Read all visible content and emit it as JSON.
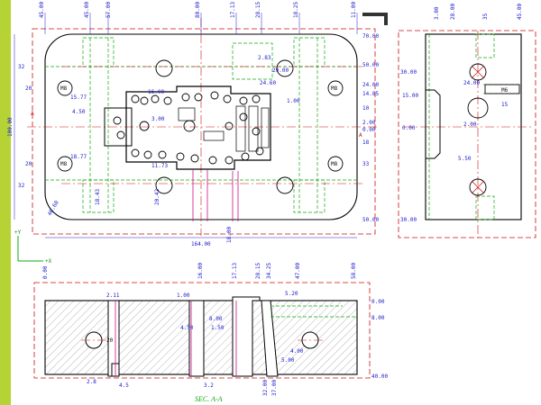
{
  "sheet": {
    "accent_bar_color": "#b5d334",
    "line_colors": {
      "outline": "#000000",
      "dimension": "#1a1acc",
      "center": "#cc1111",
      "hidden": "#11aa11",
      "cut": "#cc1188"
    }
  },
  "top_view": {
    "top_dims": [
      "45.00",
      "45.00",
      "57.00",
      "80.00",
      "17.13",
      "28.15",
      "18.25",
      "11.00"
    ],
    "right_dims": [
      "70.00",
      "50.00",
      "24.00",
      "14.85",
      "10",
      "2.00",
      "0.00",
      "18",
      "33",
      "50.00"
    ],
    "left_dims": [
      "32",
      "20",
      "15.77",
      "18.77",
      "4.50",
      "20",
      "32"
    ],
    "bottom_dims": [
      "40.60",
      "18.43",
      "20.42",
      "18.00"
    ],
    "total_width": "164.00",
    "total_height": "100.00",
    "hole_labels": [
      "M8",
      "M8",
      "M8",
      "M8"
    ],
    "section_tags": [
      "A",
      "A"
    ],
    "center_dims": [
      "16.00",
      "29.00",
      "24.60",
      "2.83",
      "11.73",
      "3.00",
      "1.00"
    ]
  },
  "side_view": {
    "top_dims": [
      "3.00",
      "28.00",
      "35",
      "45.00"
    ],
    "left_dims": [
      "30.00",
      "15.00",
      "0.00",
      "30.00"
    ],
    "inner_dims": [
      "24.00",
      "2.00",
      "5.50"
    ],
    "hole_labels": [
      "M6",
      "15"
    ]
  },
  "section_view": {
    "top_dims": [
      "0.00",
      "16.00",
      "17.13",
      "28.15",
      "34.25",
      "47.00",
      "58.00"
    ],
    "right_dims": [
      "0.00",
      "8.00",
      "40.00"
    ],
    "inner_dims": [
      "2.11",
      "1.00",
      "8.00",
      "1.50",
      "4.50",
      "4.00",
      "5.00",
      "5.20"
    ],
    "bottom_dims": [
      "2.8",
      "4.5",
      "3.2",
      "32.00",
      "37.00"
    ],
    "hole_label": "20",
    "caption": "SEC. A-A"
  },
  "axes": {
    "y_label": "+Y",
    "x_label": "+X"
  }
}
